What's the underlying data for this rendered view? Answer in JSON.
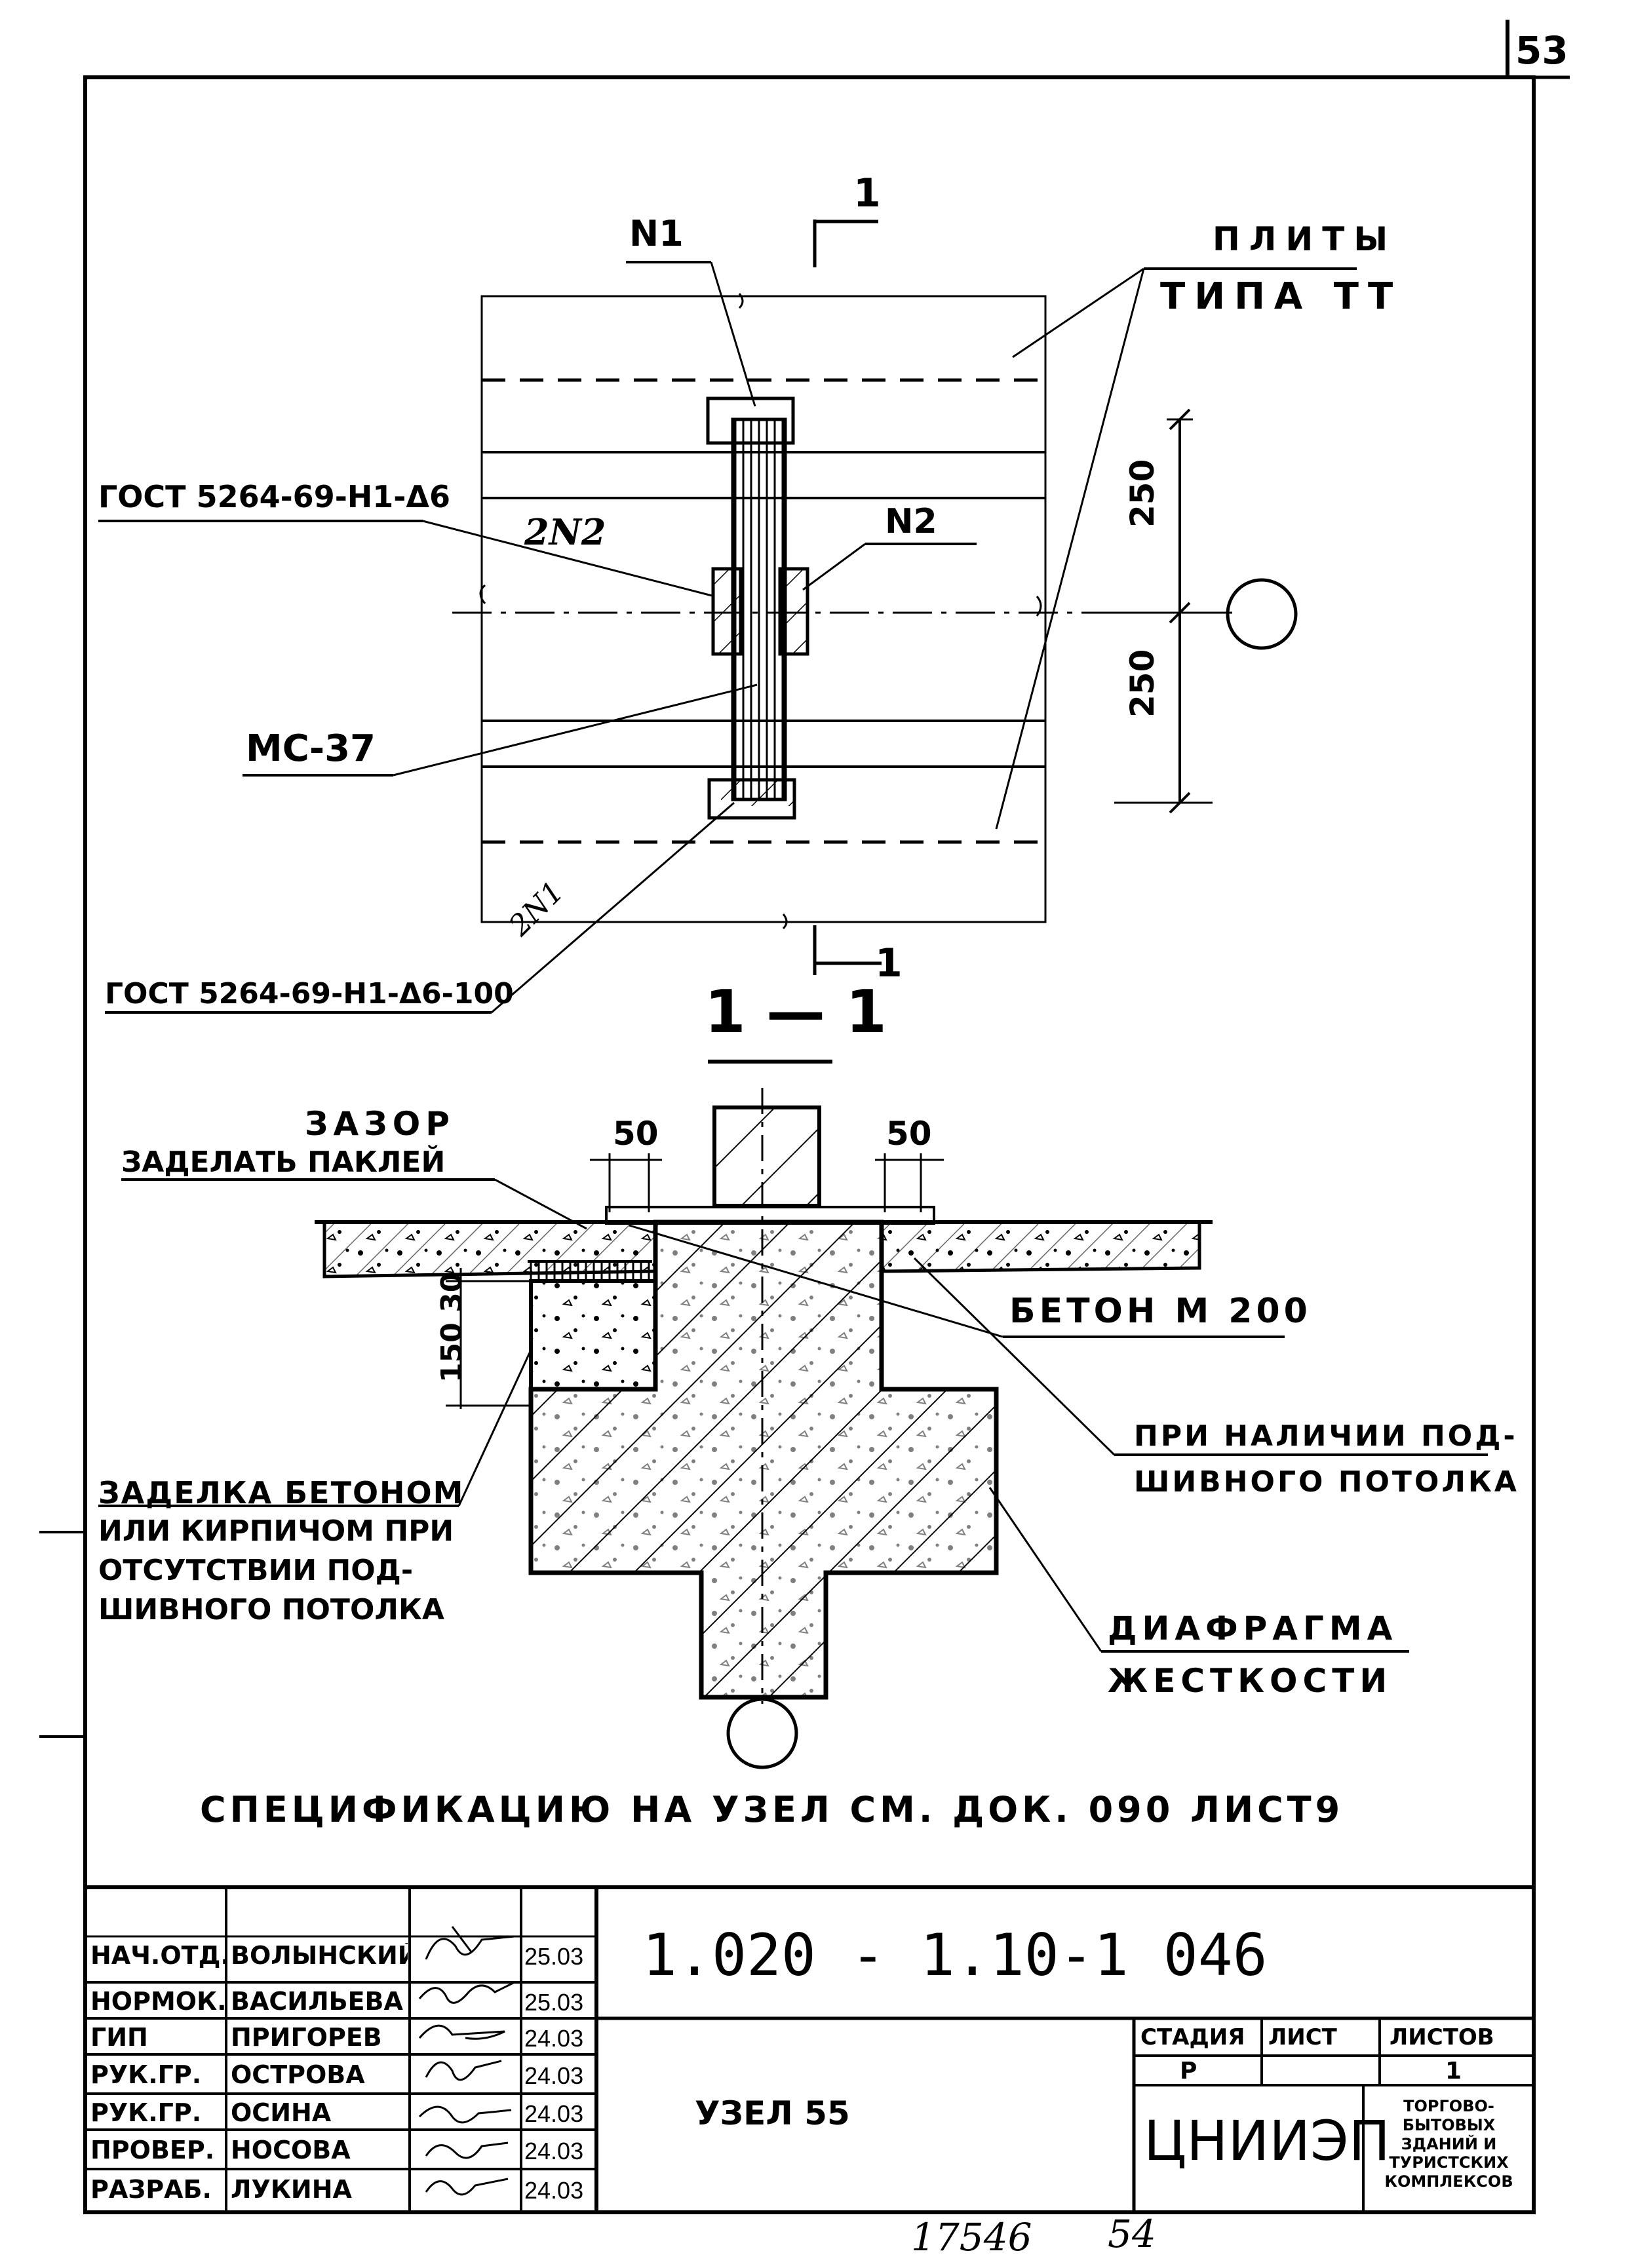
{
  "sheet": {
    "page_number": "53"
  },
  "plan": {
    "label_n1": "N1",
    "section_mark": "1",
    "slabs_line1": "ПЛИТЫ",
    "slabs_line2": "ТИПА ТТ",
    "gost_top": "ГОСТ 5264-69-Н1-Δ6",
    "label_2n2": "2N2",
    "label_n2": "N2",
    "dim_upper": "250",
    "dim_lower": "250",
    "label_mc37": "МС-37",
    "label_2n1": "2N1",
    "gost_bottom": "ГОСТ 5264-69-Н1-Δ6-100"
  },
  "section": {
    "title": "1 — 1",
    "gap_line1": "ЗАЗОР",
    "gap_line2": "ЗАДЕЛАТЬ ПАКЛЕЙ",
    "dim_50_left": "50",
    "dim_50_right": "50",
    "concrete": "БЕТОН  М 200",
    "dim_150_30": "150 30",
    "ceiling_line1": "ПРИ НАЛИЧИИ ПОД-",
    "ceiling_line2": "ШИВНОГО ПОТОЛКА",
    "fill_line1": "ЗАДЕЛКА БЕТОНОМ",
    "fill_line2": "ИЛИ КИРПИЧОМ ПРИ",
    "fill_line3": "ОТСУТСТВИИ ПОД-",
    "fill_line4": "ШИВНОГО ПОТОЛКА",
    "diaphragm_line1": "ДИАФРАГМА",
    "diaphragm_line2": "ЖЕСТКОСТИ"
  },
  "spec_note": "СПЕЦИФИКАЦИЮ НА УЗЕЛ СМ. ДОК. 090 ЛИСТ9",
  "title_block": {
    "doc_code": "1.020 - 1.10-1 046",
    "sheet_name": "УЗЕЛ 55",
    "stage_header": "СТАДИЯ",
    "sheet_header": "ЛИСТ",
    "sheets_header": "ЛИСТОВ",
    "stage_value": "Р",
    "sheets_value": "1",
    "org": "ЦНИИЭП",
    "org_desc": "ТОРГОВО-БЫТОВЫХ ЗДАНИЙ И ТУРИСТСКИХ КОМПЛЕКСОВ",
    "rows": [
      {
        "role": "НАЧ.ОТД.",
        "name": "ВОЛЫНСКИЙ",
        "date": "25.03"
      },
      {
        "role": "НОРМОК.",
        "name": "ВАСИЛЬЕВА",
        "date": "25.03"
      },
      {
        "role": "ГИП",
        "name": "ПРИГОРЕВ",
        "date": "24.03"
      },
      {
        "role": "РУК.ГР.",
        "name": "ОСТРОВА",
        "date": "24.03"
      },
      {
        "role": "РУК.ГР.",
        "name": "ОСИНА",
        "date": "24.03"
      },
      {
        "role": "ПРОВЕР.",
        "name": "НОСОВА",
        "date": "24.03"
      },
      {
        "role": "РАЗРАБ.",
        "name": "ЛУКИНА",
        "date": "24.03"
      }
    ]
  },
  "footer": {
    "inv_number": "17546",
    "page": "54"
  }
}
